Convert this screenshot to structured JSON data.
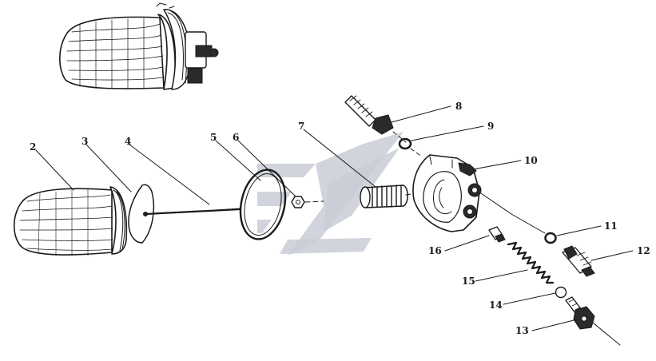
{
  "callouts": [
    {
      "id": "2",
      "text": "2"
    },
    {
      "id": "3",
      "text": "3"
    },
    {
      "id": "4",
      "text": "4"
    },
    {
      "id": "5",
      "text": "5"
    },
    {
      "id": "6",
      "text": "6"
    },
    {
      "id": "7",
      "text": "7"
    },
    {
      "id": "8",
      "text": "8"
    },
    {
      "id": "9",
      "text": "9"
    },
    {
      "id": "10",
      "text": "10"
    },
    {
      "id": "11",
      "text": "11"
    },
    {
      "id": "12",
      "text": "12"
    },
    {
      "id": "13",
      "text": "13"
    },
    {
      "id": "14",
      "text": "14"
    },
    {
      "id": "15",
      "text": "15"
    },
    {
      "id": "16",
      "text": "16"
    }
  ],
  "watermark": {
    "color": "#c9ccd6"
  }
}
